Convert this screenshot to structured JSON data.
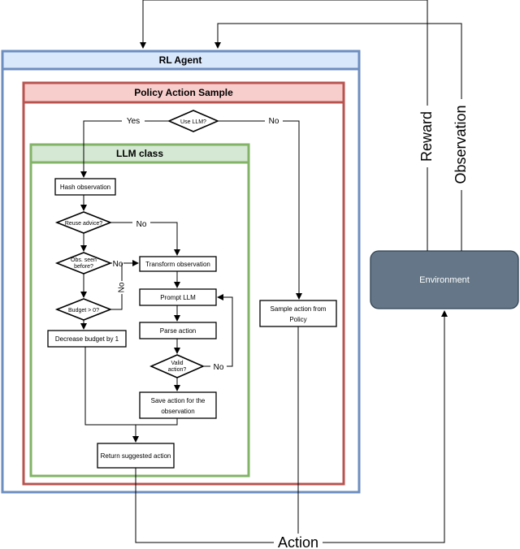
{
  "containers": {
    "rl_agent": "RL Agent",
    "policy_action_sample": "Policy Action Sample",
    "llm_class": "LLM class"
  },
  "nodes": {
    "use_llm": "Use LLM?",
    "hash_observation": "Hash observation",
    "reuse_advice": "Reuse advice?",
    "obs_seen_1": "Obs. seen",
    "obs_seen_2": "before?",
    "budget_check": "Budget > 0?",
    "decrease_budget": "Decrease budget by 1",
    "transform_observation": "Transform observation",
    "prompt_llm": "Prompt LLM",
    "parse_action": "Parse action",
    "valid_action_1": "Valid",
    "valid_action_2": "action?",
    "save_action_1": "Save action for the",
    "save_action_2": "observation",
    "return_suggested": "Return suggested action",
    "sample_policy_1": "Sample action from",
    "sample_policy_2": "Policy",
    "environment": "Environment"
  },
  "edge_labels": {
    "yes": "Yes",
    "no_use_llm": "No",
    "no_reuse": "No",
    "no_obs_seen": "No",
    "no_budget": "No",
    "no_valid": "No",
    "reward": "Reward",
    "observation": "Observation",
    "action": "Action"
  },
  "colors": {
    "rl_agent_fill": "#dae8fc",
    "rl_agent_border": "#6c8ebf",
    "policy_fill": "#f8cecc",
    "policy_border": "#b85450",
    "llm_fill": "#d5e8d4",
    "llm_border": "#82b366",
    "environment_fill": "#647687",
    "environment_border": "#314354"
  }
}
